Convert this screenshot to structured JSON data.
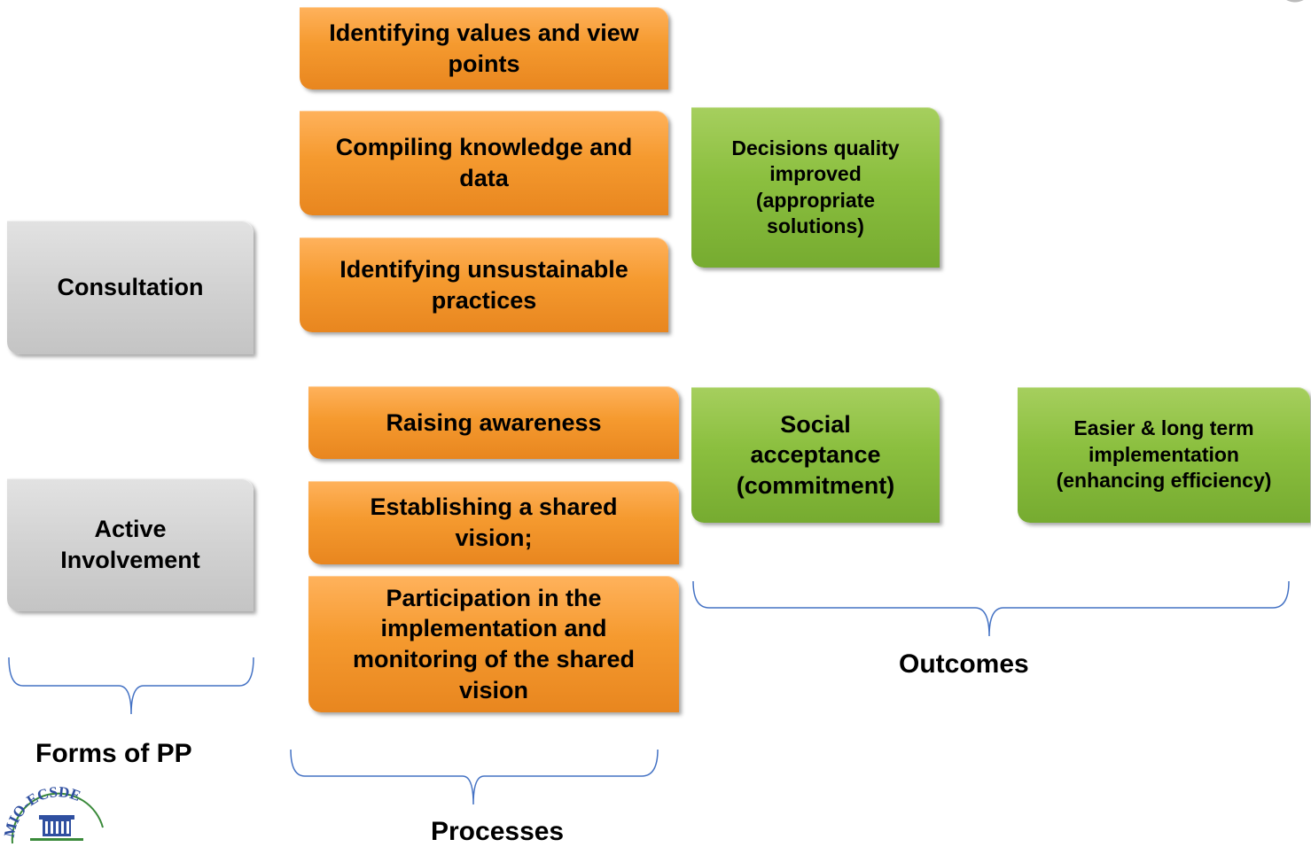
{
  "processes": {
    "group1": [
      "Identifying values and view points",
      "Compiling knowledge and data",
      "Identifying unsustainable practices"
    ],
    "group2": [
      "Raising awareness",
      "Establishing a shared vision;",
      "Participation in the implementation and monitoring of the shared vision"
    ]
  },
  "forms": [
    "Consultation",
    "Active Involvement"
  ],
  "outcomes": [
    "Decisions quality improved (appropriate solutions)",
    "Social acceptance (commitment)",
    "Easier & long term implementation (enhancing efficiency)"
  ],
  "labels": {
    "forms": "Forms of PP",
    "processes": "Processes",
    "outcomes": "Outcomes"
  },
  "logo": {
    "text": "MIO-ECSDE"
  },
  "colors": {
    "process_box": "#f39a33",
    "outcome_box": "#8dbf43",
    "form_box": "#d0d0d0",
    "brace": "#4472c4"
  }
}
